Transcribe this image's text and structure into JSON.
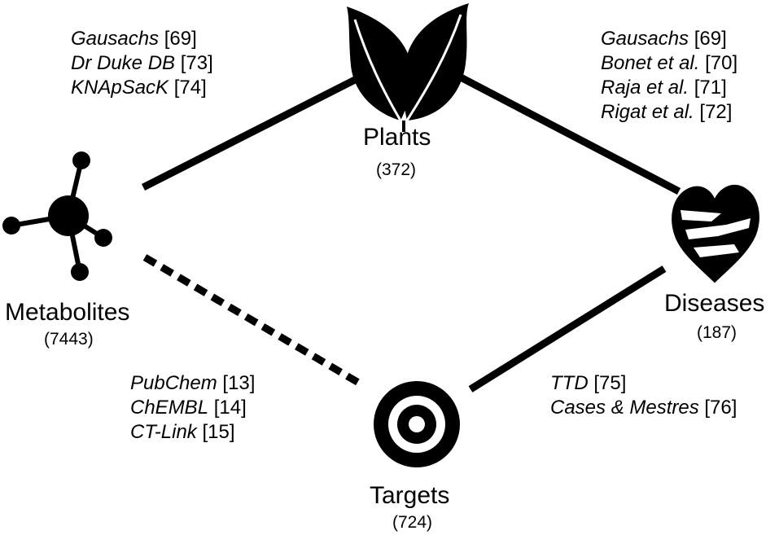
{
  "nodes": {
    "plants": {
      "name": "Plants",
      "count": "(372)",
      "icon": "leaf-icon"
    },
    "metabolites": {
      "name": "Metabolites",
      "count": "(7443)",
      "icon": "molecule-icon"
    },
    "diseases": {
      "name": "Diseases",
      "count": "(187)",
      "icon": "broken-heart-icon"
    },
    "targets": {
      "name": "Targets",
      "count": "(724)",
      "icon": "target-icon"
    }
  },
  "edges": {
    "metabolites_plants": {
      "style": "solid",
      "references": [
        {
          "source": "Gausachs",
          "ref": "[69]"
        },
        {
          "source": "Dr Duke DB",
          "ref": "[73]"
        },
        {
          "source": "KNApSacK",
          "ref": "[74]"
        }
      ]
    },
    "plants_diseases": {
      "style": "solid",
      "references": [
        {
          "source": "Gausachs",
          "ref": "[69]"
        },
        {
          "source": "Bonet et al.",
          "ref": "[70]"
        },
        {
          "source": "Raja et al.",
          "ref": "[71]"
        },
        {
          "source": "Rigat et al.",
          "ref": "[72]"
        }
      ]
    },
    "metabolites_targets": {
      "style": "dashed",
      "references": [
        {
          "source": "PubChem",
          "ref": "[13]"
        },
        {
          "source": "ChEMBL",
          "ref": "[14]"
        },
        {
          "source": "CT-Link",
          "ref": "[15]"
        }
      ]
    },
    "targets_diseases": {
      "style": "solid",
      "references": [
        {
          "source": "TTD",
          "ref": "[75]"
        },
        {
          "source": "Cases & Mestres",
          "ref": "[76]"
        }
      ]
    }
  }
}
